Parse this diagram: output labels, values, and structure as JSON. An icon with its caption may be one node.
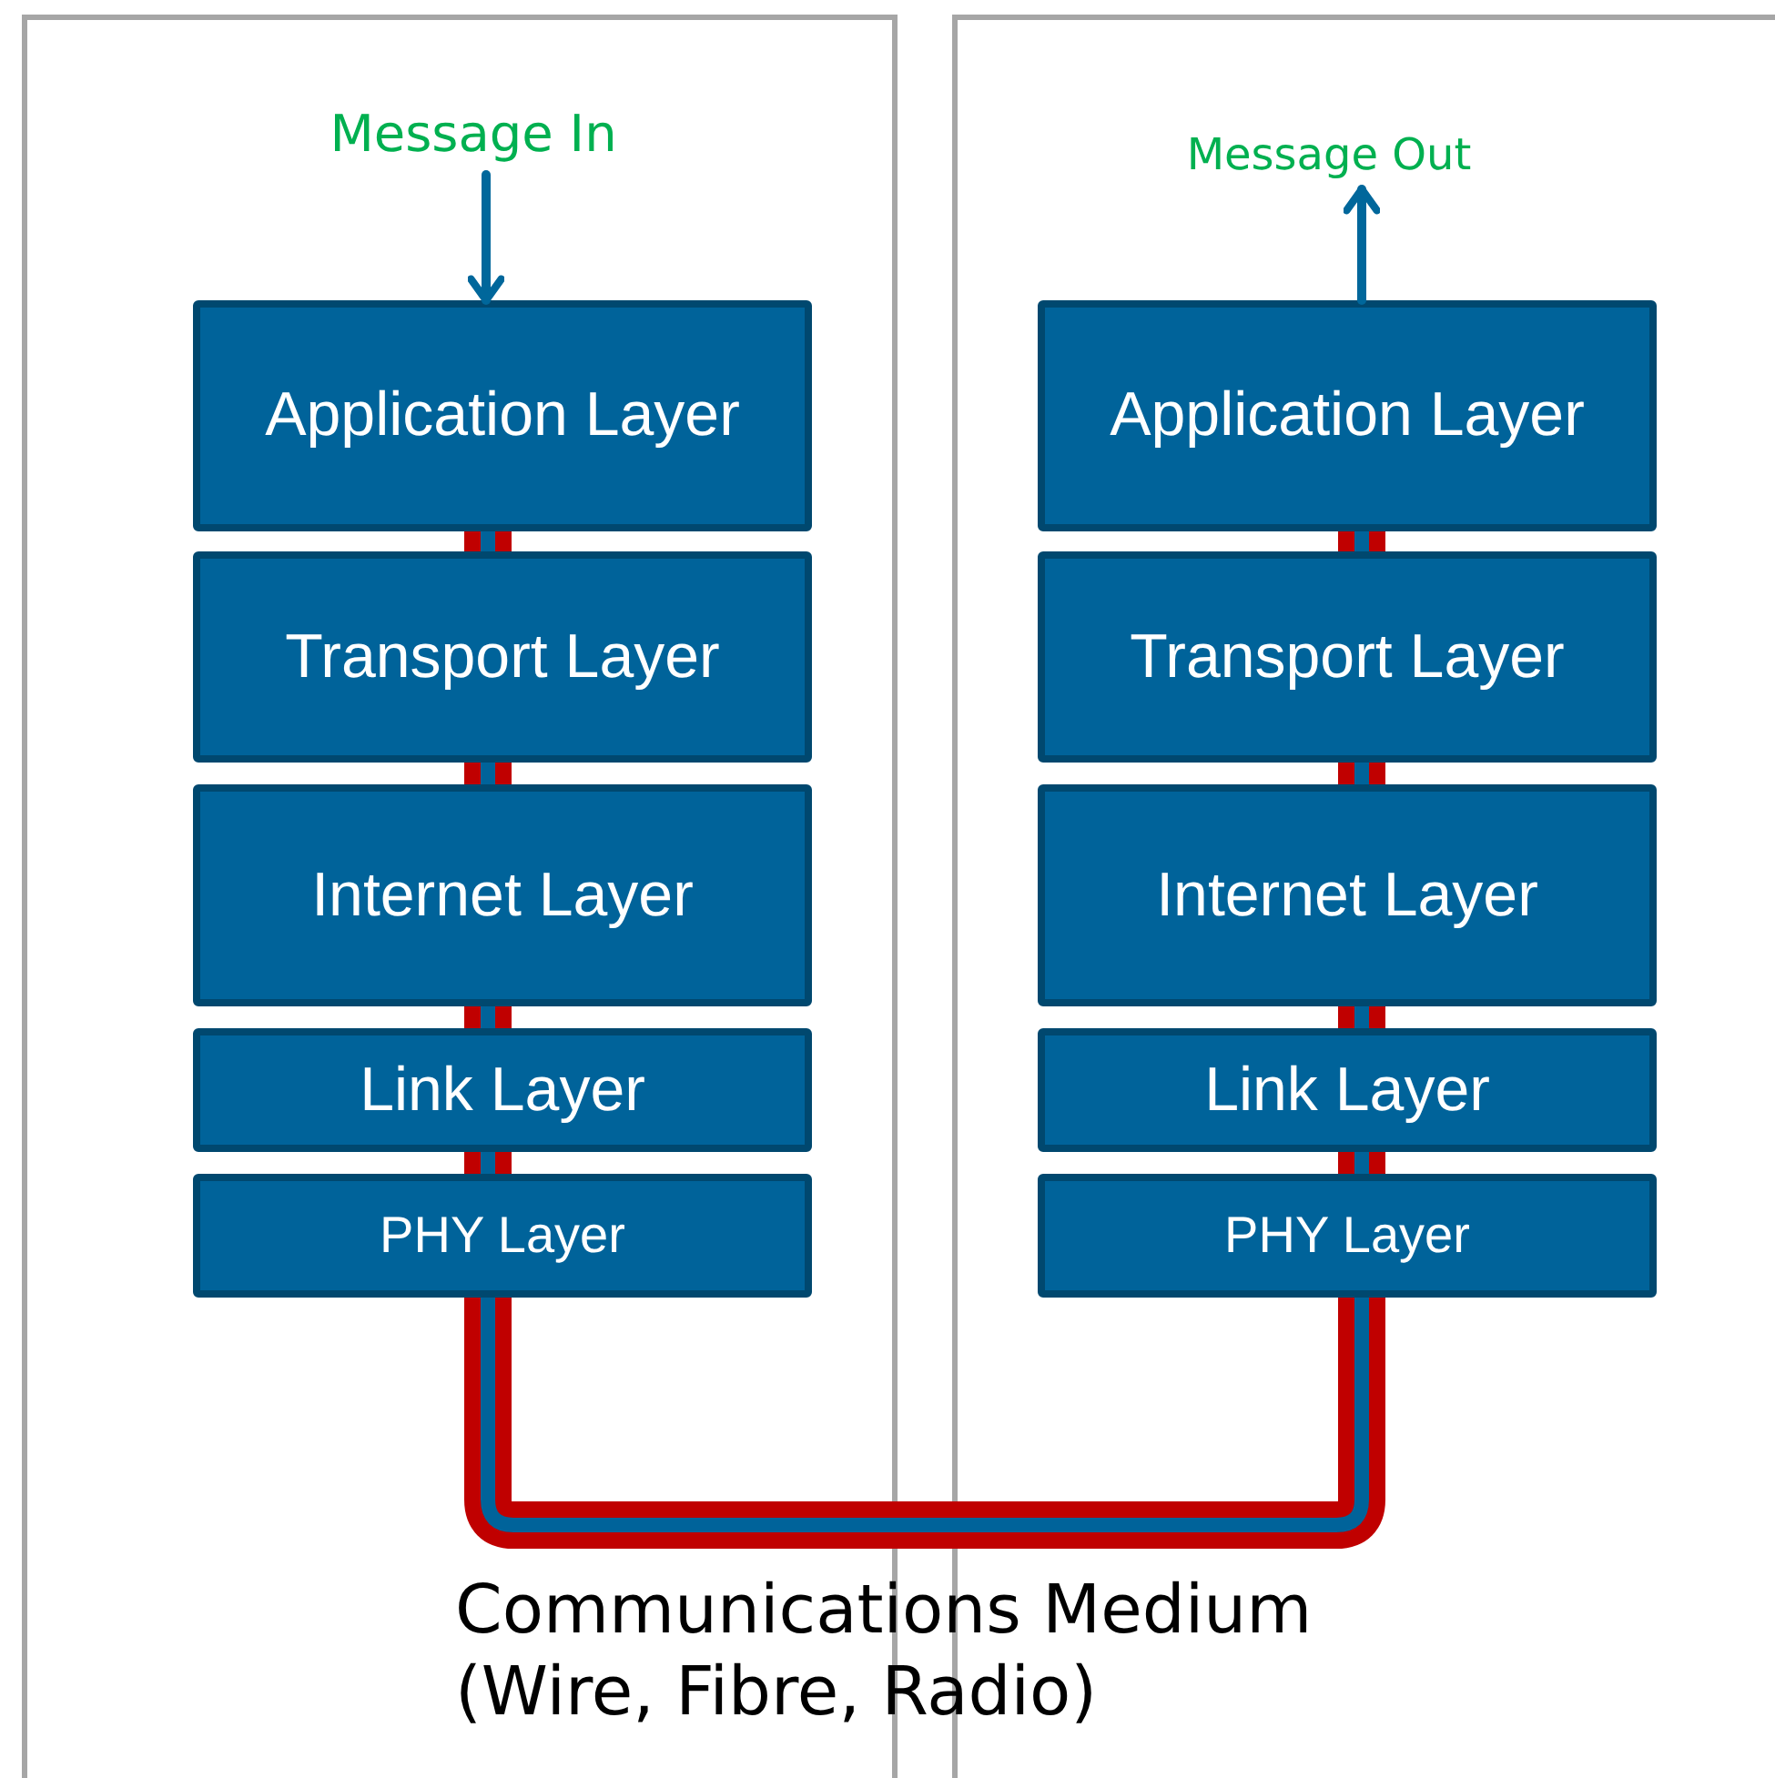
{
  "diagram": {
    "nodes": [
      {
        "text": [],
        "shape": "box"
      },
      {
        "text": [
          "Message In"
        ],
        "in": 0
      },
      {
        "text": [
          "Application Layer"
        ],
        "in": 0
      },
      {
        "text": [
          "Transport Layer"
        ],
        "in": 0
      },
      {
        "text": [
          "Internet Layer"
        ],
        "in": 0
      },
      {
        "text": [
          "Link Layer"
        ],
        "in": 0
      },
      {
        "text": [
          "PHY Layer"
        ],
        "in": 0
      },
      {
        "text": [],
        "shape": "box"
      },
      {
        "text": [
          "Message Out"
        ],
        "in": 7
      },
      {
        "text": [
          "Application Layer"
        ],
        "in": 7
      },
      {
        "text": [
          "Transport Layer"
        ],
        "in": 7
      },
      {
        "text": [
          "Internet Layer"
        ],
        "in": 7
      },
      {
        "text": [
          "Link Layer"
        ],
        "in": 7
      },
      {
        "text": [
          "PHY Layer"
        ],
        "in": 7
      }
    ],
    "edges": [
      {
        "from": 1,
        "to": 2,
        "arrow": "to",
        "color": "#00679b"
      },
      {
        "from": 2,
        "to": 3,
        "arrow": "none"
      },
      {
        "from": 3,
        "to": 4,
        "arrow": "none"
      },
      {
        "from": 4,
        "to": 5,
        "arrow": "none"
      },
      {
        "from": 5,
        "to": 6,
        "arrow": "none"
      },
      {
        "from": 6,
        "to": 13,
        "arrow": "none"
      },
      {
        "from": 13,
        "to": 12,
        "arrow": "none"
      },
      {
        "from": 12,
        "to": 11,
        "arrow": "none"
      },
      {
        "from": 11,
        "to": 10,
        "arrow": "none"
      },
      {
        "from": 10,
        "to": 9,
        "arrow": "none"
      },
      {
        "from": 9,
        "to": 8,
        "arrow": "to",
        "color": "#00679b"
      }
    ],
    "labels": [
      "Communications Medium (Wire, Fibre, Radio)"
    ]
  }
}
